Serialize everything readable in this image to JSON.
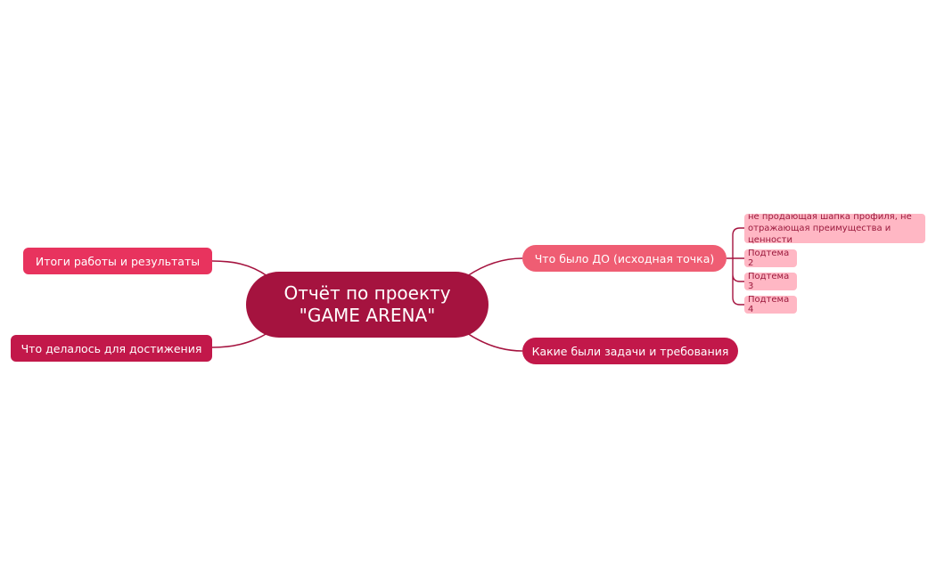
{
  "central": {
    "line1": "Отчёт по проекту",
    "line2": "\"GAME ARENA\""
  },
  "left": [
    {
      "label": "Итоги работы и результаты"
    },
    {
      "label": "Что делалось для достижения"
    }
  ],
  "right": [
    {
      "label": "Что было ДО (исходная точка)",
      "subtopics": [
        {
          "label": "не продающая шапка профиля, не отражающая преимущества и ценности"
        },
        {
          "label": "Подтема 2"
        },
        {
          "label": "Подтема 3"
        },
        {
          "label": "Подтема 4"
        }
      ]
    },
    {
      "label": "Какие были задачи и требования"
    }
  ],
  "colors": {
    "central": "#a5133f",
    "branch_dark": "#c2184a",
    "branch_mid": "#e8335e",
    "branch_light": "#ef5d73",
    "subtopic_bg": "#ffb7c4",
    "subtopic_text": "#9b1a3d",
    "connector": "#a5133f"
  }
}
